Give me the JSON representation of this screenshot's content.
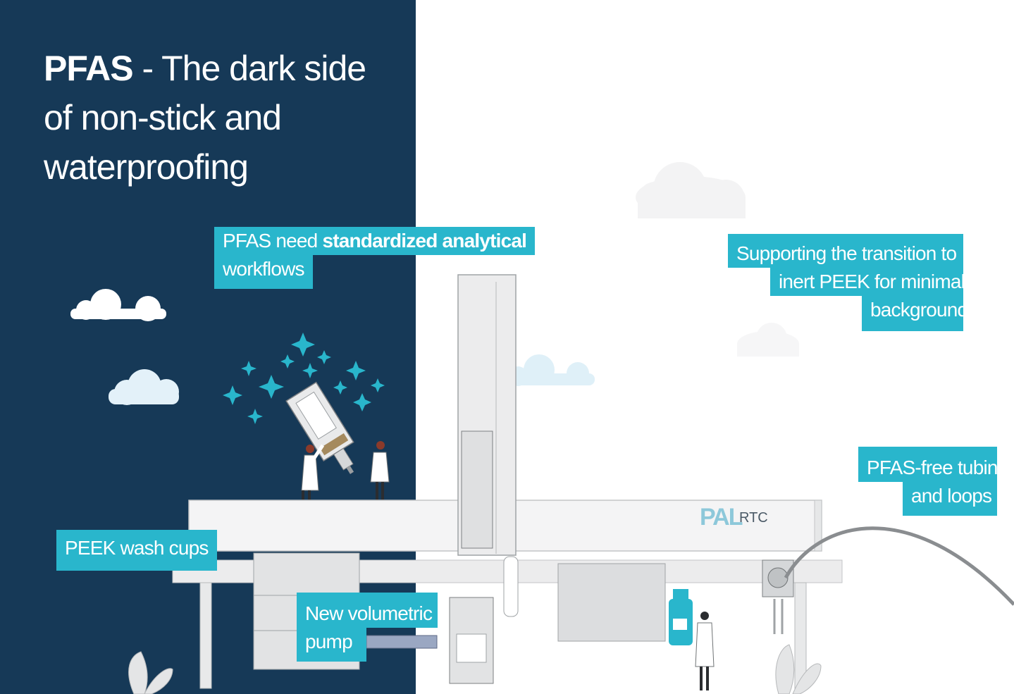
{
  "title": {
    "bold": "PFAS",
    "rest_line1": " - The dark side",
    "line2": "of non-stick and",
    "line3": "waterproofing"
  },
  "callouts": {
    "standardized": {
      "prefix": "PFAS need ",
      "bold": "standardized analytical",
      "line2": "workflows"
    },
    "peek_transition": {
      "line1": "Supporting the transition to",
      "line2": "inert PEEK for minimal",
      "line3": "background"
    },
    "tubing": {
      "line1": "PFAS-free tubing",
      "line2": "and loops"
    },
    "wash_cups": "PEEK wash cups",
    "pump": {
      "line1": "New volumetric",
      "line2": "pump"
    }
  },
  "instrument": {
    "logo": "PAL",
    "model": "RTC"
  },
  "colors": {
    "navy": "#163957",
    "accent": "#29b6cc",
    "cloud_light": "#e6f3fa",
    "instrument_grey": "#d9dadb"
  }
}
